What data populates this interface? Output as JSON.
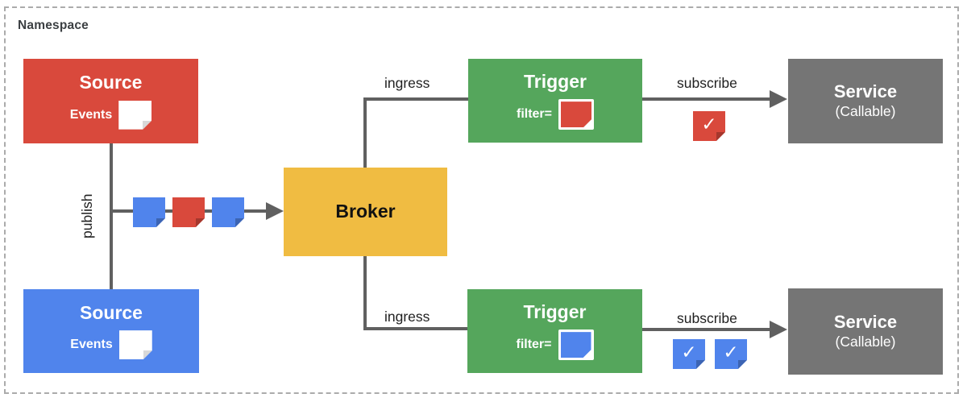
{
  "colors": {
    "red": "#D9493C",
    "blue": "#5084EC",
    "green": "#55A65C",
    "yellow": "#F0BC42",
    "gray": "#757575",
    "line": "#606060",
    "dash": "#ABABAB",
    "ink": "#212121"
  },
  "namespace": {
    "label": "Namespace"
  },
  "nodes": {
    "source_red": {
      "title": "Source",
      "events_label": "Events"
    },
    "source_blue": {
      "title": "Source",
      "events_label": "Events"
    },
    "broker": {
      "title": "Broker"
    },
    "trigger_top": {
      "title": "Trigger",
      "filter_label": "filter="
    },
    "trigger_bottom": {
      "title": "Trigger",
      "filter_label": "filter="
    },
    "service_top": {
      "title": "Service",
      "subtitle": "(Callable)"
    },
    "service_bottom": {
      "title": "Service",
      "subtitle": "(Callable)"
    }
  },
  "edges": {
    "publish": "publish",
    "ingress_top": "ingress",
    "ingress_bottom": "ingress",
    "subscribe_top": "subscribe",
    "subscribe_bottom": "subscribe"
  },
  "icons": {
    "check_glyph": "✓",
    "event-note-icon": "folded-corner square (event document)",
    "check-note-icon": "folded-corner square with checkmark (delivered event)",
    "filter-note-icon": "folded-corner square with white border (filter type)",
    "arrow-right-icon": "solid triangle arrowhead"
  }
}
